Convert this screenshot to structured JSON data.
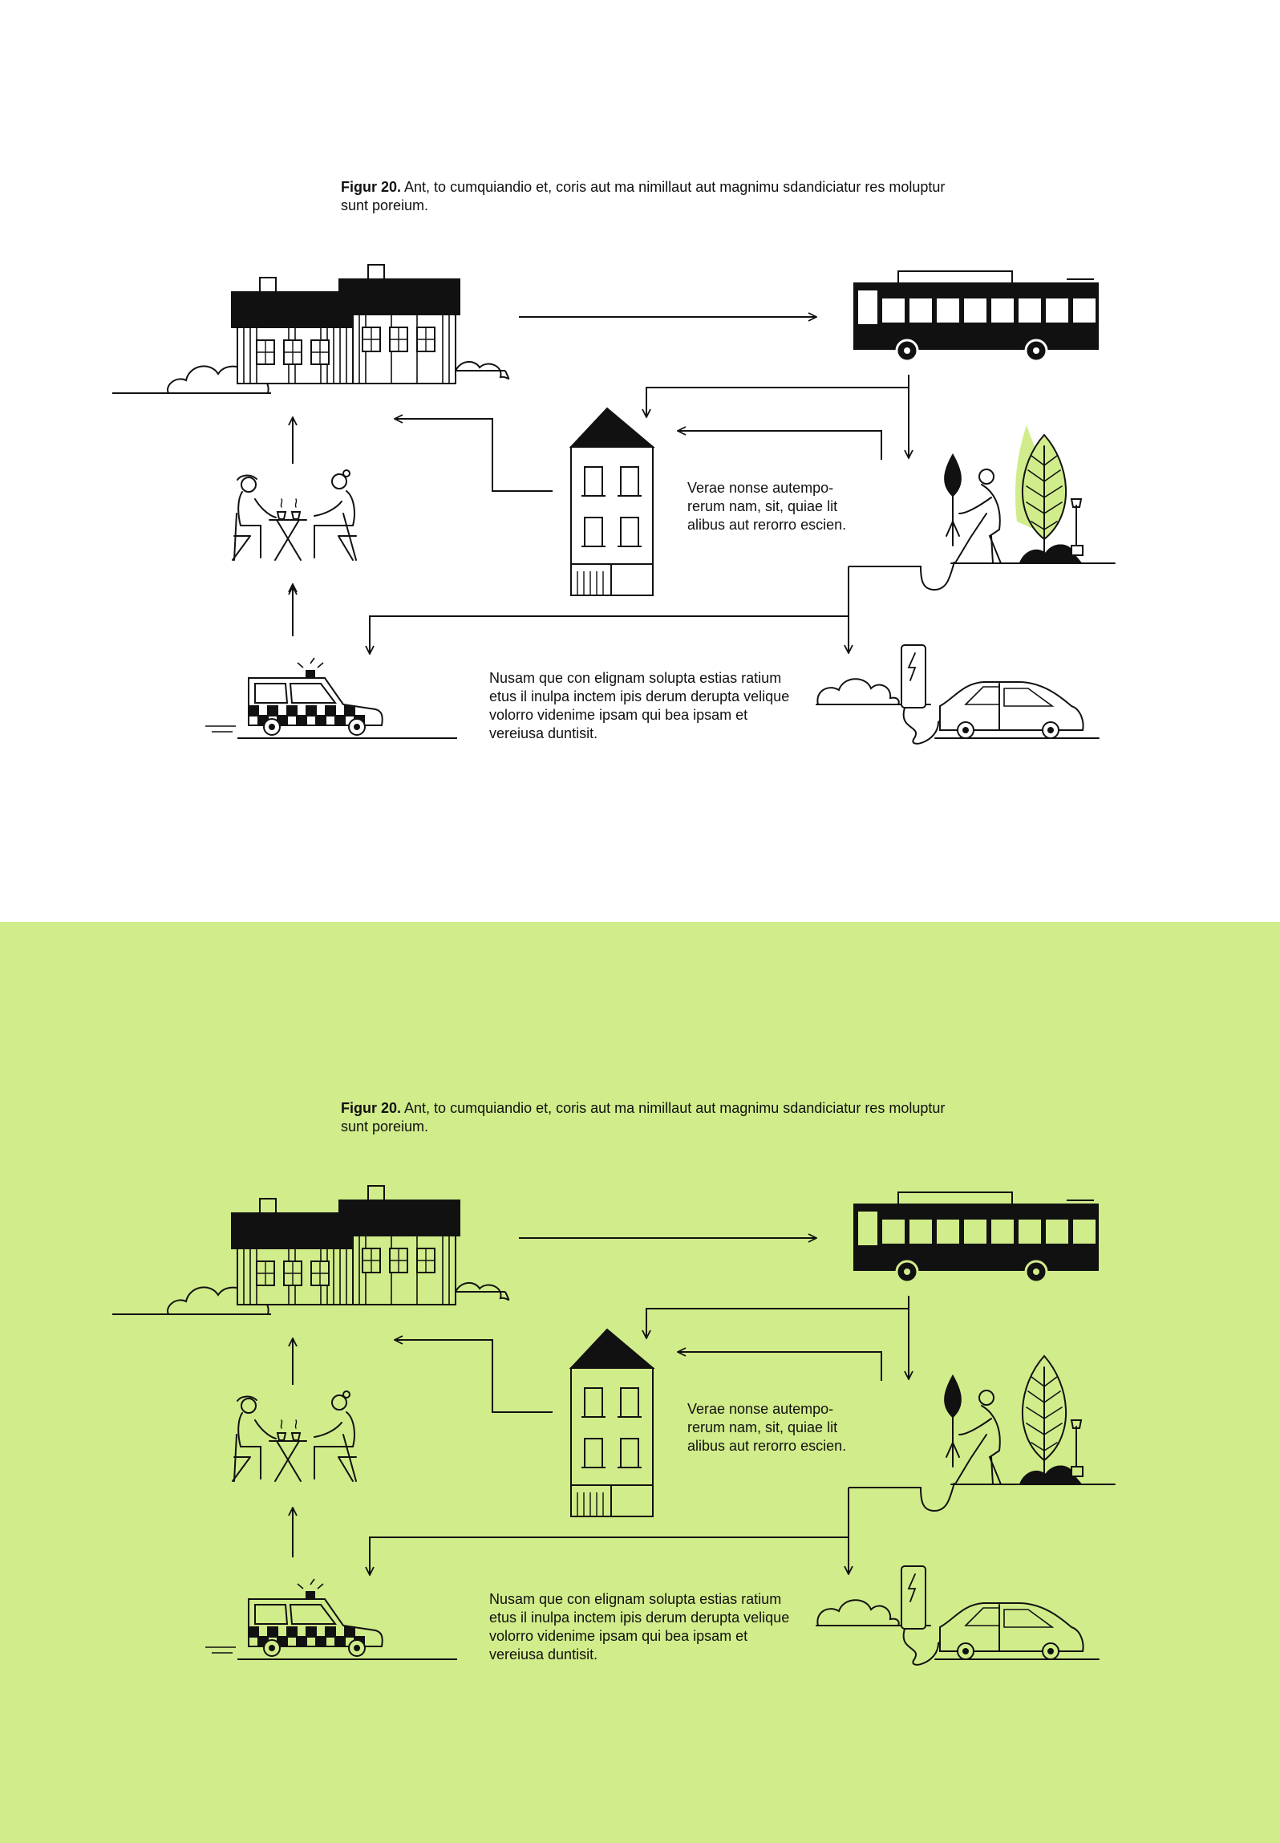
{
  "panels": [
    {
      "variant": "white",
      "background": "#ffffff",
      "accent": "#d1ec8a",
      "caption": {
        "label": "Figur 20.",
        "text": "Ant, to cumquiandio et, coris aut ma nimillaut aut magnimu sdandiciatur res moluptur sunt poreium."
      },
      "note_a": "Verae nonse autempo-rerum nam, sit, quiae lit alibus aut rerorro escien.",
      "note_b": "Nusam que con elignam solupta estias ratium etus il inulpa inctem ipis derum derupta velique volorro videnime ipsam qui bea ipsam et vereiusa duntisit."
    },
    {
      "variant": "green",
      "background": "#d1ec8a",
      "accent": "#d1ec8a",
      "caption": {
        "label": "Figur 20.",
        "text": "Ant, to cumquiandio et, coris aut ma nimillaut aut magnimu sdandiciatur res moluptur sunt poreium."
      },
      "note_a": "Verae nonse autempo-rerum nam, sit, quiae lit alibus aut rerorro escien.",
      "note_b": "Nusam que con elignam solupta estias ratium etus il inulpa inctem ipis derum derupta velique volorro videnime ipsam qui bea ipsam et vereiusa duntisit."
    }
  ],
  "icons": [
    "house-icon",
    "bus-icon",
    "apartment-building-icon",
    "people-at-cafe-table-icon",
    "person-planting-tree-icon",
    "security-car-icon",
    "electric-car-charging-icon"
  ],
  "colors": {
    "ink": "#111111",
    "green": "#d1ec8a"
  }
}
